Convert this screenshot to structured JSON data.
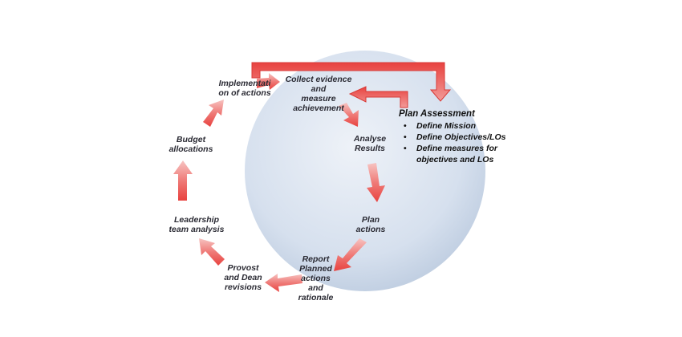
{
  "diagram": {
    "cycle_steps": [
      {
        "id": "collect",
        "label": "Collect evidence and\nmeasure\nachievement"
      },
      {
        "id": "analyse",
        "label": "Analyse\nResults"
      },
      {
        "id": "plan-actions",
        "label": "Plan\nactions"
      },
      {
        "id": "report",
        "label": "Report\nPlanned\nactions\nand\nrationale"
      },
      {
        "id": "provost",
        "label": "Provost\nand Dean\nrevisions"
      },
      {
        "id": "leadership",
        "label": "Leadership\nteam analysis"
      },
      {
        "id": "budget",
        "label": "Budget\nallocations"
      },
      {
        "id": "implementation",
        "label": "Implementati\non of actions"
      }
    ],
    "plan_assessment": {
      "title": "Plan Assessment",
      "bullet": "•",
      "items": [
        "Define Mission",
        "Define Objectives/LOs",
        "Define measures for objectives and LOs"
      ]
    },
    "colors": {
      "arrow_dark": "#e8423f",
      "arrow_light": "#f7c4c2",
      "circle_light": "#eef2f8",
      "circle_dark": "#bccbdf"
    }
  }
}
